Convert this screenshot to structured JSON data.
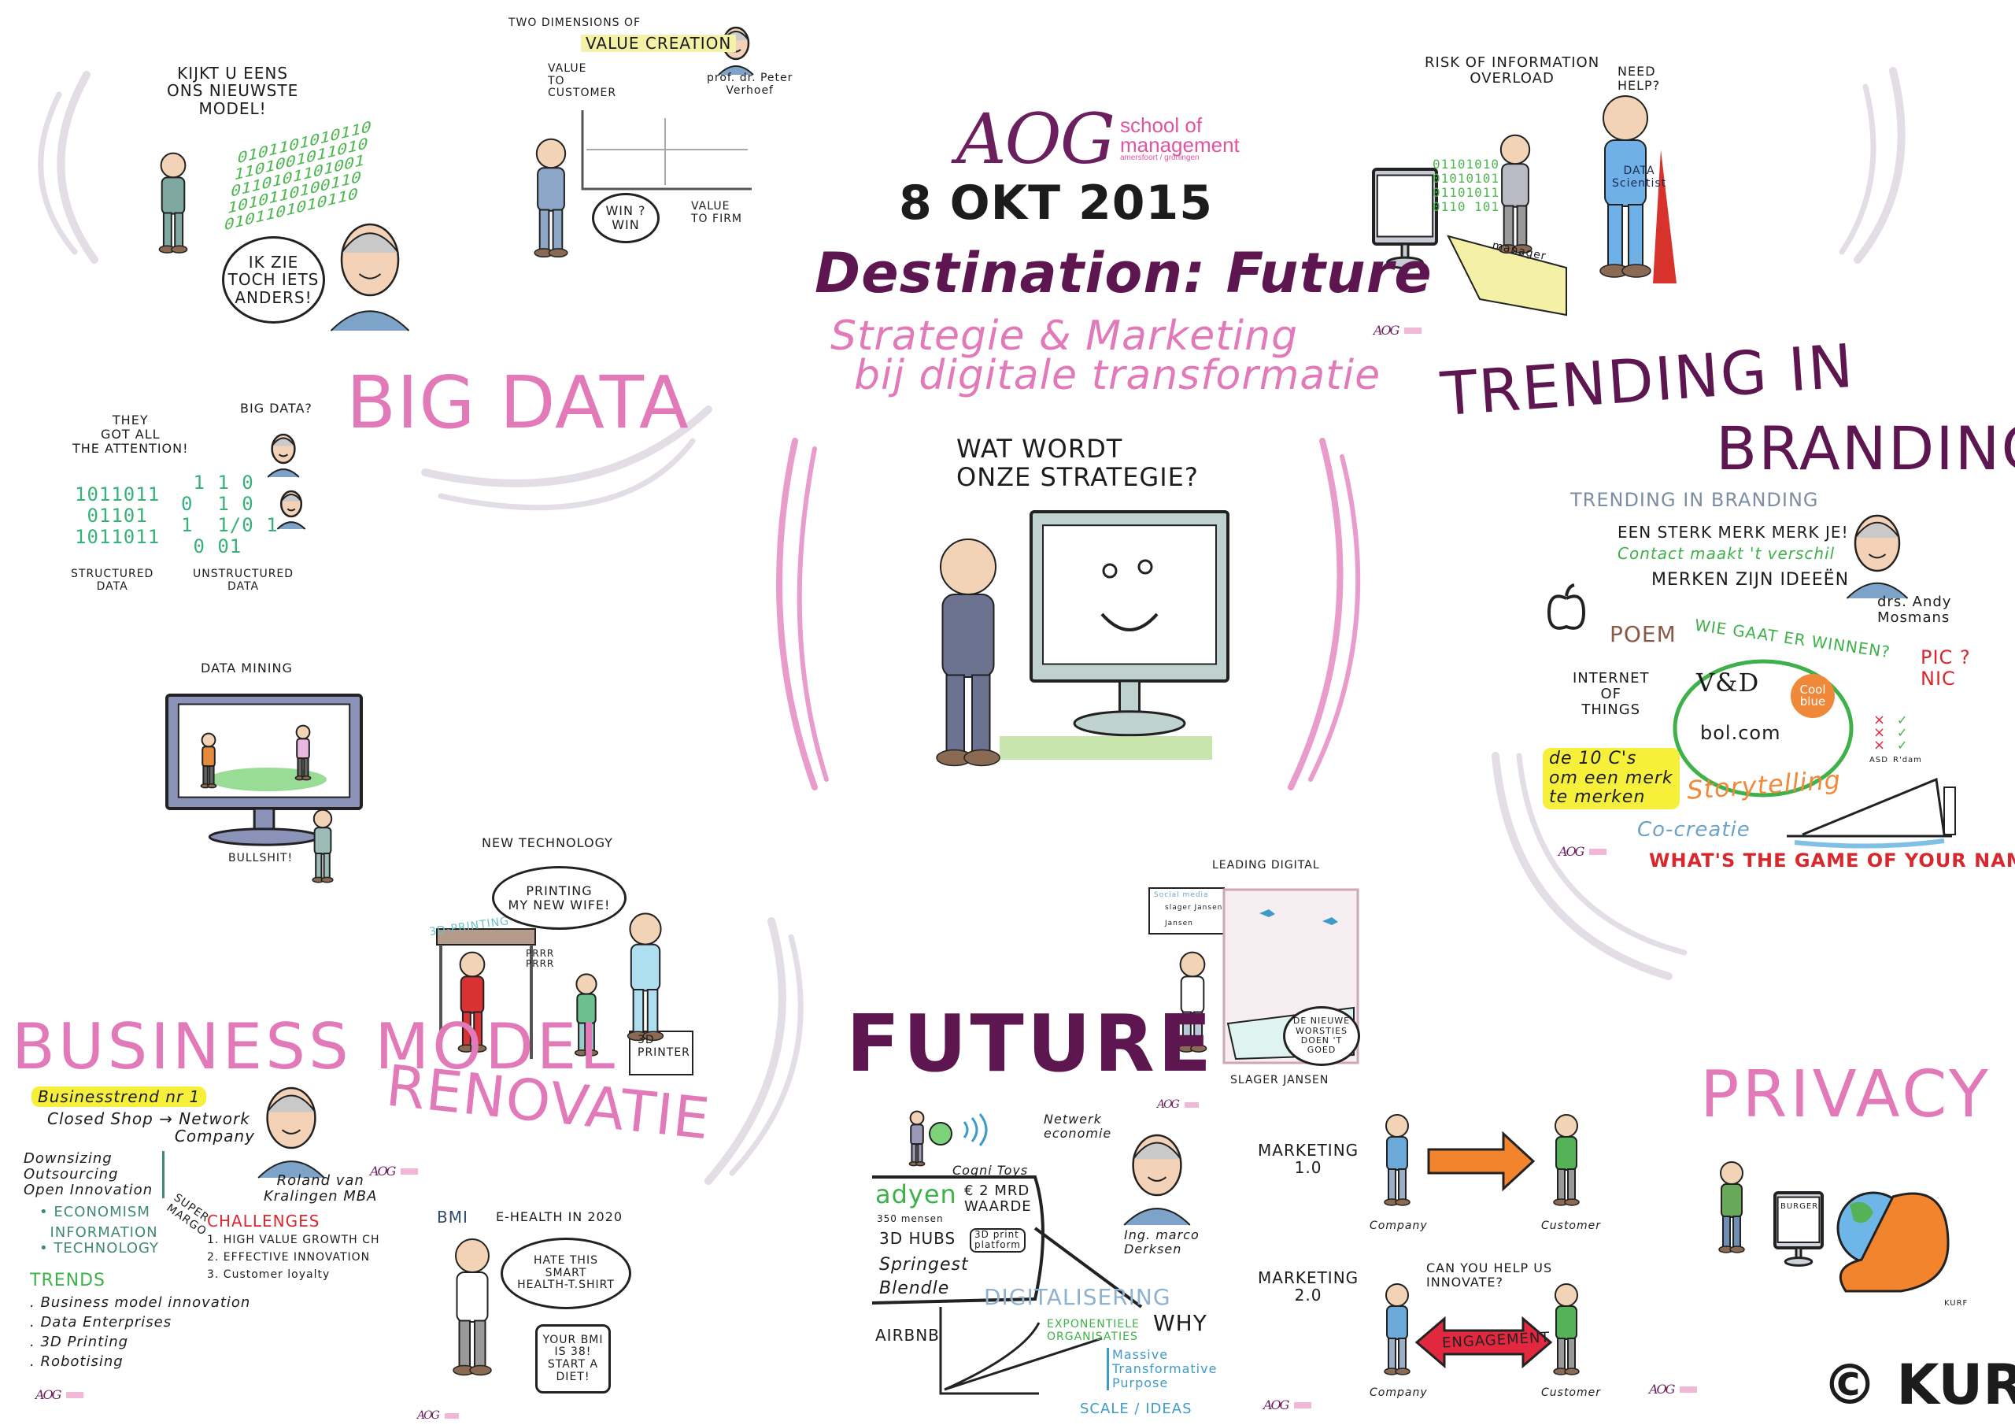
{
  "header": {
    "logo_mark": "AOG",
    "logo_line1": "school of",
    "logo_line2": "management",
    "logo_line3": "amersfoort / groningen",
    "date": "8 OKT 2015",
    "title": "Destination: Future",
    "subtitle_line1": "Strategie & Marketing",
    "subtitle_line2": "bij digitale transformatie",
    "question": "WAT WORDT\nONZE STRATEGIE?"
  },
  "big_data": {
    "heading": "BIG DATA",
    "model_speech": "KIJKT U EENS\nONS NIEUWSTE\nMODEL!",
    "thought": "IK ZIE\nTOCH IETS\nANDERS!",
    "binary_car": [
      "0101101010110",
      "1101001011010",
      "0110101101001",
      "1010110100110",
      "0101101010110"
    ],
    "value_creation_pre": "TWO DIMENSIONS OF",
    "value_creation": "VALUE CREATION",
    "value_to_customer": "VALUE\nTO\nCUSTOMER",
    "value_to_firm": "VALUE\nTO FIRM",
    "win_win": "WIN ?\nWIN",
    "speaker": "prof. dr. Peter\nVerhoef",
    "attention": "THEY\nGOT ALL\nTHE ATTENTION!",
    "big_data_question": "BIG DATA?",
    "structured_bits": "1011011\n 01101\n1011011",
    "unstructured_bits": " 1 1 0\n0  1 0\n1  1/0 1\n 0 01",
    "structured_label": "STRUCTURED\nDATA",
    "unstructured_label": "UNSTRUCTURED\nDATA",
    "data_mining": "DATA MINING",
    "bullshit": "BULLSHIT!"
  },
  "overload": {
    "caption": "RISK OF INFORMATION\nOVERLOAD",
    "need_help": "NEED\nHELP?",
    "binary": "01101010\n01010101\n01101011\n0110 101",
    "manager": "manager",
    "data_scientist": "DATA\nScientist"
  },
  "branding": {
    "heading_line1": "TRENDING IN",
    "heading_line2": "BRANDING",
    "subheading": "TRENDING IN BRANDING",
    "quote1": "EEN STERK MERK MERK JE!",
    "quote2": "Contact maakt 't verschil",
    "quote3": "MERKEN ZIJN IDEEËN",
    "speaker": "drs. Andy\nMosmans",
    "poem": "POEM",
    "iot": "INTERNET\nOF\nTHINGS",
    "who_wins": "WIE GAAT ER WINNEN?",
    "vd": "V&D",
    "coolblue": "Cool\nblue",
    "bolcom": "bol.com",
    "picnic": "PIC ?\nNIC",
    "ams": "ASD",
    "rdam": "R'dam",
    "ten_cs": "de 10 C's\nom een merk\nte merken",
    "storytelling": "Storytelling",
    "cocreatie": "Co-creatie",
    "game": "WHAT'S THE GAME OF YOUR NAME?"
  },
  "business_model": {
    "heading": "BUSINESS MODEL",
    "trend": "Businesstrend nr 1",
    "closed_shop": "Closed Shop → Network\n                      Company",
    "list": "Downsizing\nOutsourcing\nOpen Innovation",
    "economism": "• ECONOMISM",
    "it": "  INFORMATION\n• TECHNOLOGY",
    "super_margo": "SUPER\nMARGO",
    "speaker": "Roland van\nKralingen MBA",
    "challenges_title": "CHALLENGES",
    "challenges": [
      "1. HIGH VALUE GROWTH CH",
      "2. EFFECTIVE INNOVATION",
      "3. Customer loyalty"
    ],
    "trends_title": "TRENDS",
    "trends": [
      ". Business model innovation",
      ". Data Enterprises",
      ". 3D Printing",
      ". Robotising"
    ]
  },
  "renovate": {
    "heading": "RENOVATIE",
    "new_tech": "NEW TECHNOLOGY",
    "printing_label": "3D-PRINTING",
    "thought": "PRINTING\nMY NEW WIFE!",
    "prrr": "PRRR\nPRRR",
    "box_label": "3D\nPRINTER",
    "bmi": "BMI",
    "ehealth": "E-HEALTH IN 2020",
    "shirt_thought": "HATE THIS\nSMART\nHEALTH-T.SHIRT",
    "shirt_message": "YOUR BMI\nIS 38!\nSTART A\nDIET!"
  },
  "future": {
    "heading": "FUTURE",
    "cogni": "Cogni Toys",
    "network": "Netwerk\neconomie",
    "adyen": "adyen",
    "adyen_value": "€ 2 MRD\nWAARDE",
    "adyen_staff": "350 mensen",
    "hubs": "3D HUBS",
    "hubs_note": "3D print\nplatform",
    "springest": "Springest",
    "blendle": "Blendle",
    "airbnb": "AIRBNB",
    "digital": "DIGITALISERING",
    "exponential": "EXPONENTIELE\norganisaties",
    "why": "WHY",
    "mtp": "Massive\nTransformative\nPurpose",
    "scale": "SCALE / IDEAS",
    "speaker": "Ing. marco\nDerksen"
  },
  "leading_digital": {
    "caption": "LEADING DIGITAL",
    "bubble": "DE NIEUWE\nWORSTIES\nDOEN 'T\nGOED",
    "butcher": "SLAGER JANSEN",
    "board_title": "Social media",
    "board_line1": "slager Jansen",
    "board_line2": "Jansen"
  },
  "marketing": {
    "m1": "MARKETING\n1.0",
    "m2": "MARKETING\n2.0",
    "company": "Company",
    "customer": "Customer",
    "question": "CAN YOU HELP US\nINNOVATE?",
    "engagement": "ENGAGEMENT"
  },
  "privacy": {
    "heading": "PRIVACY",
    "screen_title": "BURGER",
    "artist_small": "KURF"
  },
  "signature": "© KURF.",
  "colors": {
    "pink": "#e27ab9",
    "plum": "#5e1650",
    "green": "#3fb14a",
    "orange": "#f08a3a",
    "red": "#e2283f",
    "swoosh": "#d9d2dc"
  }
}
